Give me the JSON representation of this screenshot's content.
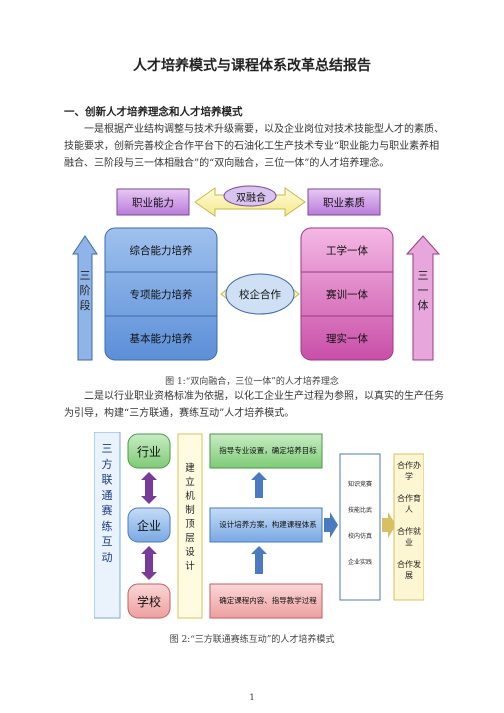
{
  "doc": {
    "title": "人才培养模式与课程体系改革总结报告",
    "section1_heading": "一、创新人才培养理念和人才培养模式",
    "para1": "一是根据产业结构调整与技术升级需要，以及企业岗位对技术技能型人才的素质、技能要求，创新完善校企合作平台下的石油化工生产技术专业“职业能力与职业素养相融合、三阶段与三一体相融合”的“双向融合，三位一体”的人才培养理念。",
    "fig1_caption": "图 1:“双向融合，三位一体”的人才培养理念",
    "para2": "二是以行业职业资格标准为依据，以化工企业生产过程为参照，以真实的生产任务为引导，构建“三方联通，赛练互动”人才培养模式。",
    "fig2_caption": "图 2:“三方联通赛练互动”的人才培养模式",
    "page_number": "1"
  },
  "fig1": {
    "left_top": "职业能力",
    "center_top": "双融合",
    "right_top": "职业素质",
    "left_stack": [
      "综合能力培养",
      "专项能力培养",
      "基本能力培养"
    ],
    "right_stack": [
      "工学一体",
      "赛训一体",
      "理实一体"
    ],
    "center": "校企合作",
    "left_arrow_chars": [
      "三",
      "阶",
      "段"
    ],
    "right_arrow_chars": [
      "三",
      "一",
      "体"
    ]
  },
  "fig2": {
    "left_chars": [
      "三",
      "方",
      "联",
      "通",
      "",
      "赛",
      "练",
      "互",
      "动"
    ],
    "nodes": [
      "行业",
      "企业",
      "学校"
    ],
    "mid_chars": [
      "建",
      "立",
      "机",
      "制",
      "",
      "顶",
      "层",
      "设",
      "计"
    ],
    "steps": [
      "指导专业设置，确定培养目标",
      "设计培养方案，构建课程体系",
      "确定课程内容、指导教学过程"
    ],
    "methods": [
      "知识竞赛",
      "技能比武",
      "校内仿真",
      "企业实践"
    ],
    "outcomes": [
      "合作办学",
      "合作育人",
      "合作就业",
      "合作发展"
    ]
  }
}
